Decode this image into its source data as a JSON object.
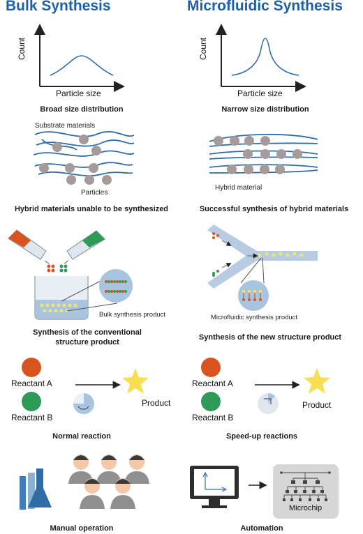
{
  "titles": {
    "left": "Bulk Synthesis",
    "right": "Microfluidic Synthesis"
  },
  "distribution": {
    "y_label": "Count",
    "x_label": "Particle size",
    "left_caption": "Broad size distribution",
    "right_caption": "Narrow size distribution"
  },
  "hybrid": {
    "substrate_label": "Substrate materials",
    "particles_label": "Particles",
    "hybrid_label": "Hybrid material",
    "left_caption": "Hybrid materials unable to be synthesized",
    "right_caption": "Successful synthesis of hybrid materials"
  },
  "structure": {
    "bulk_product_label": "Bulk synthesis product",
    "micro_product_label": "Microfluidic synthesis product",
    "left_caption_line1": "Synthesis of the conventional",
    "left_caption_line2": "structure product",
    "right_caption": "Synthesis of the new structure product"
  },
  "reaction": {
    "reactant_a": "Reactant A",
    "reactant_b": "Reactant B",
    "product": "Product",
    "left_caption": "Normal reaction",
    "right_caption": "Speed-up reactions"
  },
  "operation": {
    "microchip_label": "Microchip",
    "left_caption": "Manual operation",
    "right_caption": "Automation"
  },
  "colors": {
    "title_blue": "#1f5fa8",
    "fiber_blue": "#2f6ca8",
    "particle_gray": "#a59b9b",
    "reactant_a": "#d9531e",
    "reactant_b": "#2e9a57",
    "product_star": "#f6df53",
    "channel_blue": "#b7cce2"
  }
}
